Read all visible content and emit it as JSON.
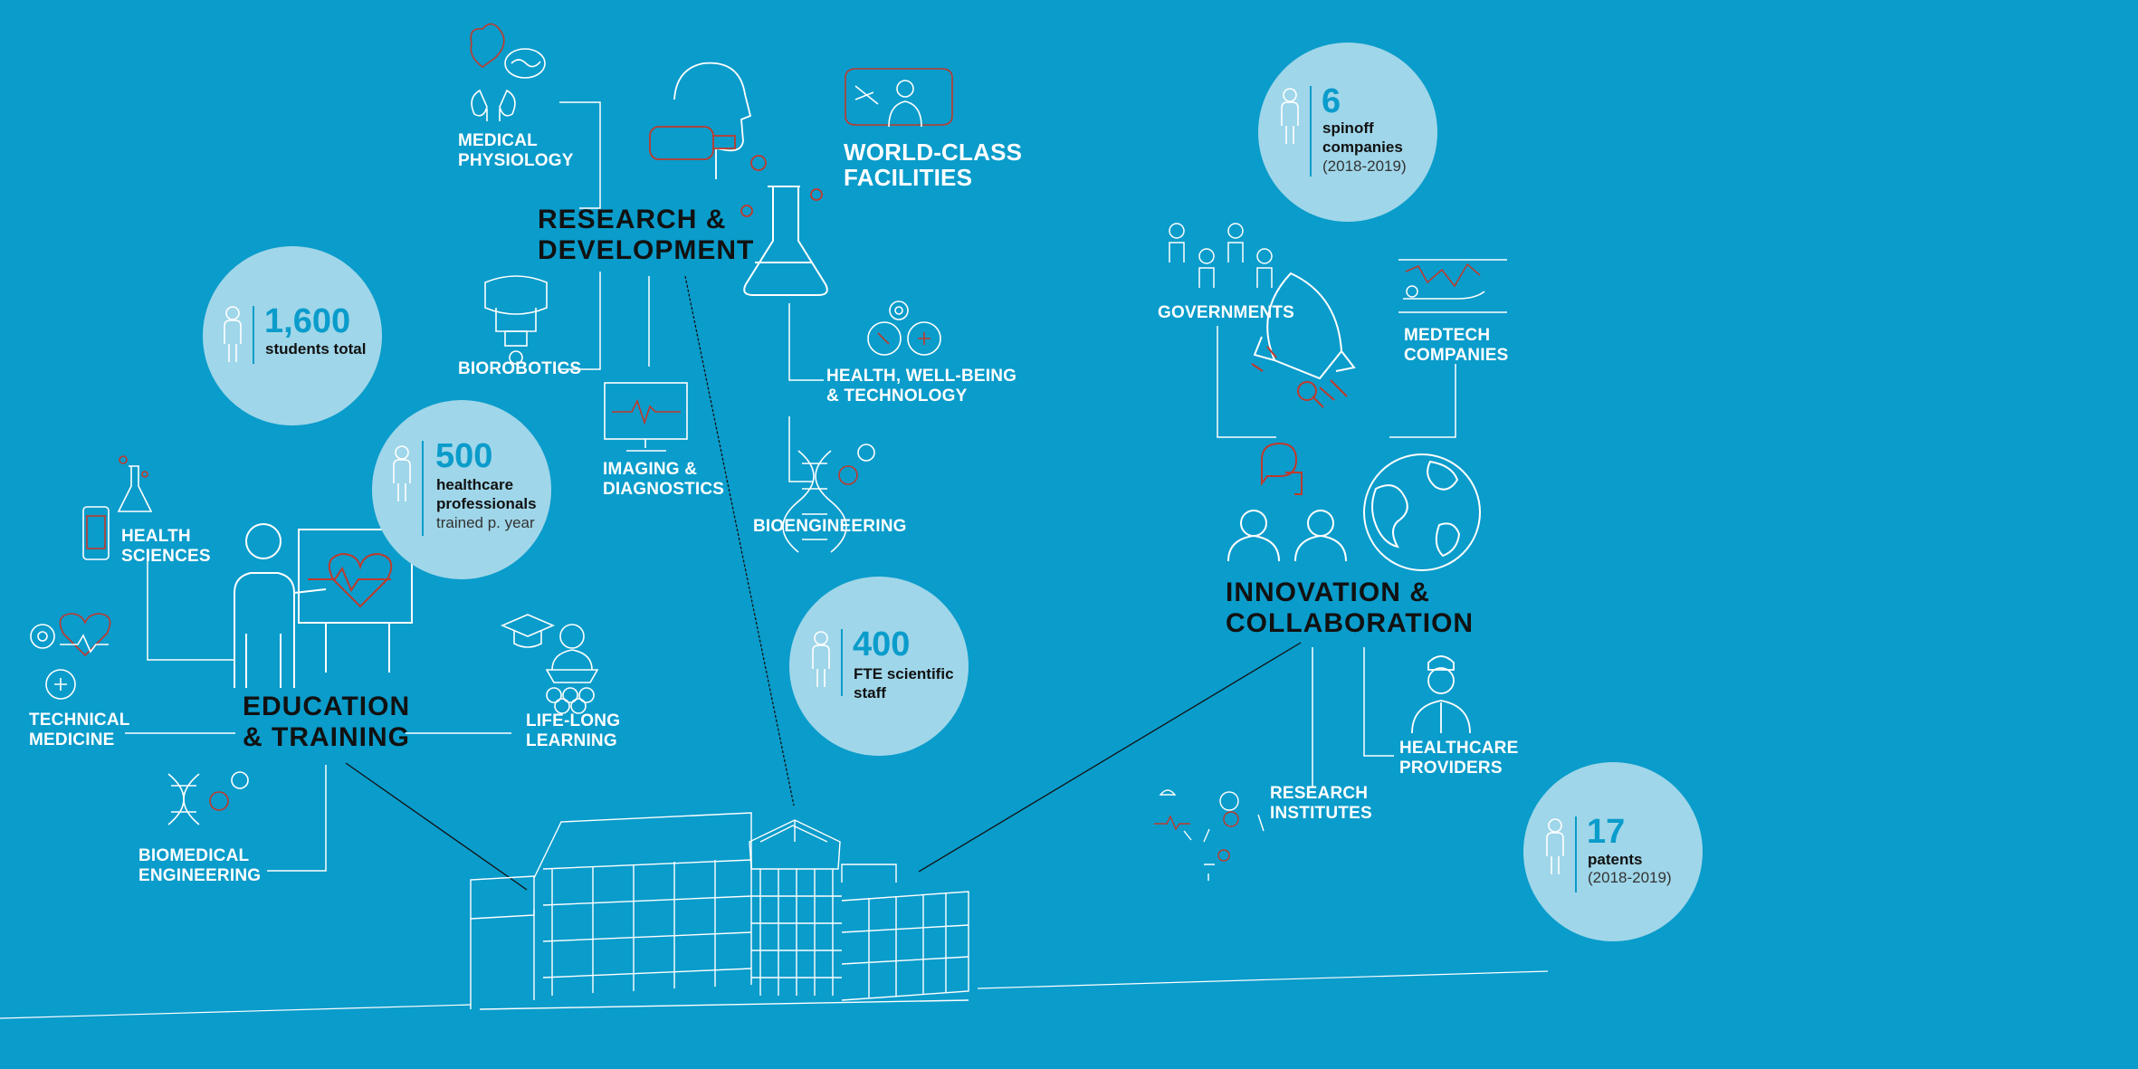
{
  "groups": {
    "research": [
      "RESEARCH &",
      "DEVELOPMENT"
    ],
    "education": [
      "EDUCATION",
      "& TRAINING"
    ],
    "innovation": [
      "INNOVATION &",
      "COLLABORATION"
    ]
  },
  "topics": {
    "medical_physiology": [
      "MEDICAL",
      "PHYSIOLOGY"
    ],
    "world_class_facilities": [
      "WORLD-CLASS",
      "FACILITIES"
    ],
    "biorobotics": [
      "BIOROBOTICS"
    ],
    "imaging_diagnostics": [
      "IMAGING &",
      "DIAGNOSTICS"
    ],
    "health_wellbeing_technology": [
      "HEALTH, WELL-BEING",
      "& TECHNOLOGY"
    ],
    "bioengineering": [
      "BIOENGINEERING"
    ],
    "health_sciences": [
      "HEALTH",
      "SCIENCES"
    ],
    "technical_medicine": [
      "TECHNICAL",
      "MEDICINE"
    ],
    "biomedical_engineering": [
      "BIOMEDICAL",
      "ENGINEERING"
    ],
    "life_long_learning": [
      "LIFE-LONG",
      "LEARNING"
    ],
    "governments": [
      "GOVERNMENTS"
    ],
    "medtech_companies": [
      "MEDTECH",
      "COMPANIES"
    ],
    "healthcare_providers": [
      "HEALTHCARE",
      "PROVIDERS"
    ],
    "research_institutes": [
      "RESEARCH",
      "INSTITUTES"
    ]
  },
  "stats": {
    "students": {
      "value": "1,600",
      "desc": [
        "students total"
      ],
      "sub": ""
    },
    "professionals": {
      "value": "500",
      "desc": [
        "healthcare",
        "professionals"
      ],
      "sub": "trained p. year"
    },
    "staff": {
      "value": "400",
      "desc": [
        "FTE scientific",
        "staff"
      ],
      "sub": ""
    },
    "spinoffs": {
      "value": "6",
      "desc": [
        "spinoff",
        "companies"
      ],
      "sub": "(2018-2019)"
    },
    "patents": {
      "value": "17",
      "desc": [
        "patents"
      ],
      "sub": "(2018-2019)"
    }
  },
  "colors": {
    "background": "#0a9ccb",
    "circle": "#9fd6e9",
    "accent": "#c0392b",
    "line_art": "#ffffff",
    "heading": "#111111"
  },
  "icons": [
    "organs-icon",
    "vr-headset-icon",
    "lab-flask-icon",
    "surgeon-screen-icon",
    "robot-head-icon",
    "monitor-ekg-icon",
    "gears-icon",
    "dna-icon",
    "teacher-heart-icon",
    "smartwatch-icon",
    "graduation-icon",
    "people-group-icon",
    "rocket-icon",
    "globe-icon",
    "chat-people-icon",
    "nurse-icon",
    "lab-tools-icon",
    "building-icon"
  ]
}
